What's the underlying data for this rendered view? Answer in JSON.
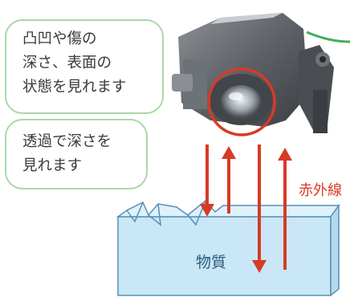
{
  "callout_surface": {
    "lines": [
      "凸凹や傷の",
      "深さ、表面の",
      "状態を見れます"
    ]
  },
  "callout_transmission": {
    "lines": [
      "透過で深さを",
      "見れます"
    ]
  },
  "labels": {
    "infrared": "赤外線",
    "material": "物質"
  },
  "colors": {
    "callout_border": "#a9d9a6",
    "arrow": "#d63b27",
    "material_fill": "#c9e7f6",
    "material_stroke": "#5a8fb5",
    "highlight_circle": "#d63b27"
  }
}
